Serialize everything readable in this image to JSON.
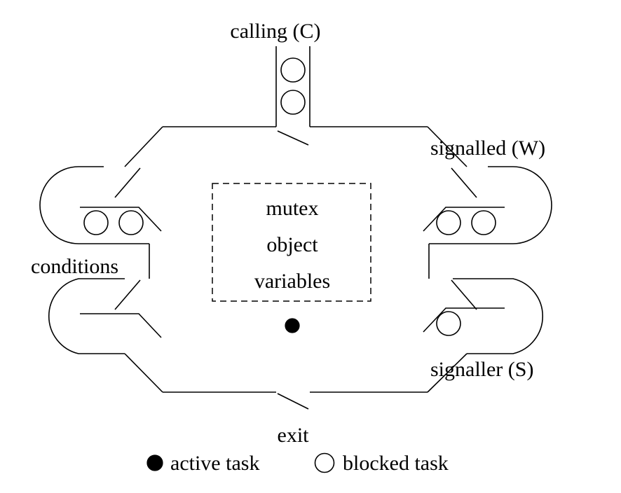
{
  "diagram": {
    "labels": {
      "calling": "calling (C)",
      "signalled": "signalled (W)",
      "conditions": "conditions",
      "signaller": "signaller (S)",
      "exit": "exit"
    },
    "center_box": {
      "lines": [
        "mutex",
        "object",
        "variables"
      ]
    },
    "legend": {
      "active": "active task",
      "blocked": "blocked task"
    },
    "tasks": {
      "calling_blocked_count": 2,
      "conditions_blocked_count": 2,
      "signalled_blocked_count": 2,
      "signaller_blocked_count": 1,
      "active_count": 1
    },
    "colors": {
      "stroke": "#000000",
      "background": "#ffffff"
    }
  }
}
